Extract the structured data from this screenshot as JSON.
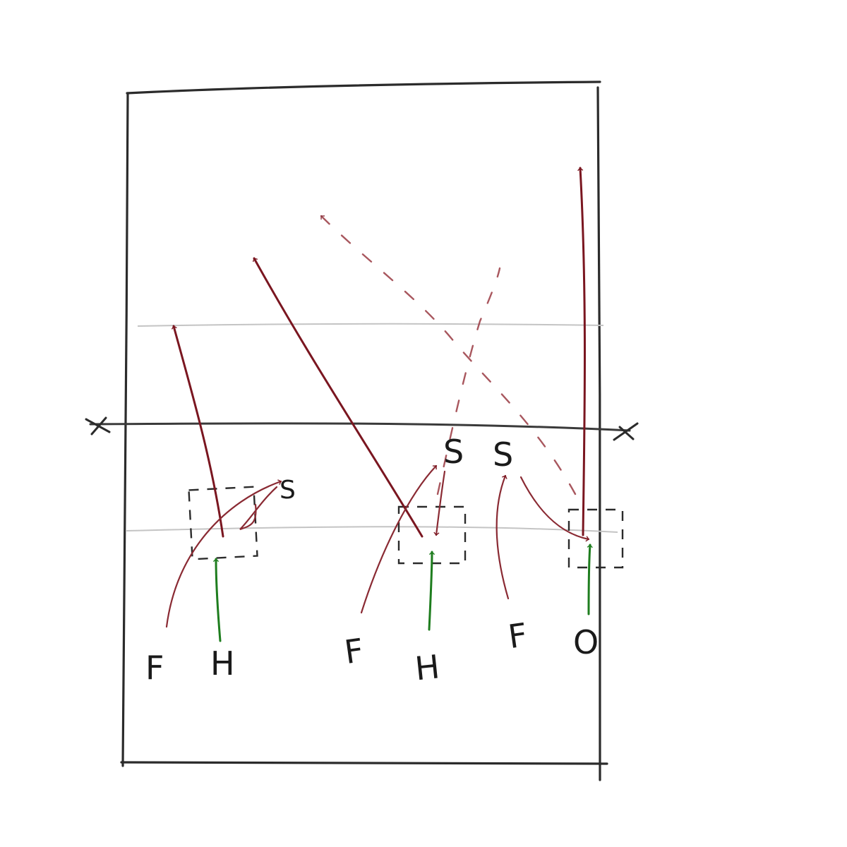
{
  "players": {
    "back_left": "F",
    "back_middle": "F",
    "back_right": "F",
    "hitter_left": "H",
    "hitter_middle": "H",
    "opposite": "O",
    "setter_left": "S",
    "setter_middle": "S",
    "setter_right": "S"
  },
  "colors": {
    "court": "#2b2b2b",
    "route": "#7a1620",
    "approach": "#1e7d1e",
    "attack_line": "#c4c4c4"
  }
}
